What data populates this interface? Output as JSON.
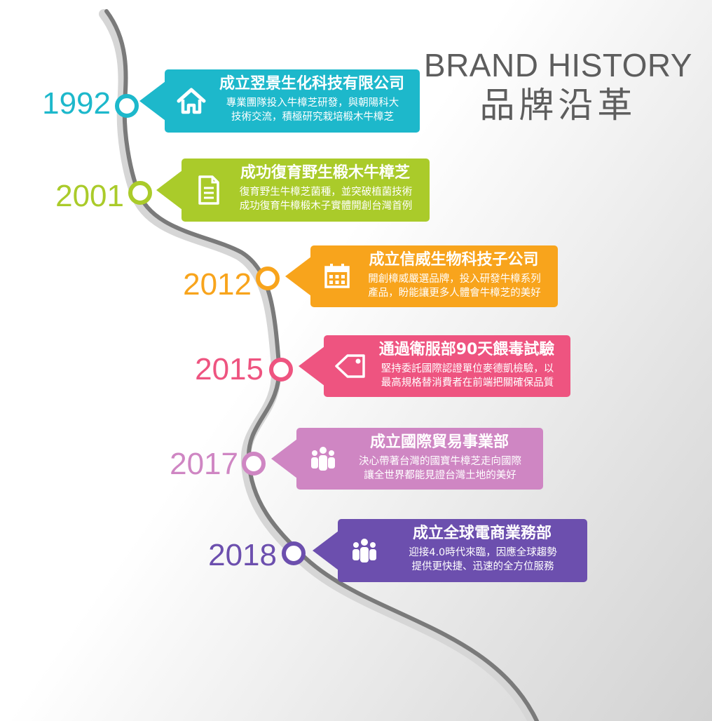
{
  "heading": {
    "en": "BRAND HISTORY",
    "zh": "品牌沿革"
  },
  "milestones": [
    {
      "year": "1992",
      "title": "成立翌景生化科技有限公司",
      "line1": "專業團隊投入牛樟芝研發，與朝陽科大",
      "line2": "技術交流，積極研究栽培椴木牛樟芝",
      "color": "#1db8cb",
      "icon": "home-icon"
    },
    {
      "year": "2001",
      "title": "成功復育野生椴木牛樟芝",
      "line1": "復育野生牛樟芝菌種，並突破植菌技術",
      "line2": "成功復育牛樟椴木子實體開創台灣首例",
      "color": "#aacb2a",
      "icon": "document-icon"
    },
    {
      "year": "2012",
      "title": "成立信威生物科技子公司",
      "line1": "開創樟威嚴選品牌，投入研發牛樟系列",
      "line2": "產品，盼能讓更多人體會牛樟芝的美好",
      "color": "#f8a41c",
      "icon": "calendar-icon"
    },
    {
      "year": "2015",
      "title": "通過衛服部90天餵毒試驗",
      "line1": "堅持委託國際認證單位麥德凱檢驗，以",
      "line2": "最高規格替消費者在前端把關確保品質",
      "color": "#ee5480",
      "icon": "tag-icon"
    },
    {
      "year": "2017",
      "title": "成立國際貿易事業部",
      "line1": "決心帶著台灣的國寶牛樟芝走向國際",
      "line2": "讓全世界都能見證台灣土地的美好",
      "color": "#cf86c3",
      "icon": "group-icon"
    },
    {
      "year": "2018",
      "title": "成立全球電商業務部",
      "line1": "迎接4.0時代來臨，因應全球趨勢",
      "line2": "提供更快捷、迅速的全方位服務",
      "color": "#6c4fae",
      "icon": "group-icon"
    }
  ]
}
